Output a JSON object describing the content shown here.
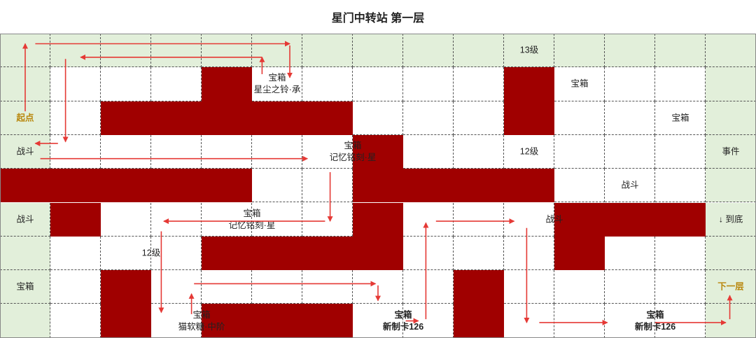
{
  "title": "星门中转站  第一层",
  "grid": {
    "cols": 15,
    "rows": 9,
    "green_cols": [
      0,
      14
    ],
    "green_rows": [
      0
    ],
    "walls": [
      [
        1,
        4
      ],
      [
        1,
        10
      ],
      [
        2,
        2
      ],
      [
        2,
        3
      ],
      [
        2,
        4
      ],
      [
        2,
        5
      ],
      [
        2,
        6
      ],
      [
        2,
        10
      ],
      [
        3,
        7
      ],
      [
        4,
        0
      ],
      [
        4,
        1
      ],
      [
        4,
        2
      ],
      [
        4,
        3
      ],
      [
        4,
        4
      ],
      [
        4,
        7
      ],
      [
        4,
        8
      ],
      [
        4,
        9
      ],
      [
        4,
        10
      ],
      [
        5,
        1
      ],
      [
        5,
        7
      ],
      [
        5,
        11
      ],
      [
        5,
        12
      ],
      [
        5,
        13
      ],
      [
        6,
        4
      ],
      [
        6,
        5
      ],
      [
        6,
        6
      ],
      [
        6,
        7
      ],
      [
        6,
        11
      ],
      [
        7,
        2
      ],
      [
        7,
        9
      ],
      [
        8,
        2
      ],
      [
        8,
        4
      ],
      [
        8,
        5
      ],
      [
        8,
        6
      ],
      [
        8,
        9
      ]
    ],
    "labels": [
      {
        "id": "lvl13",
        "row": 0,
        "col": 10,
        "lines": [
          "13级"
        ],
        "style": "normal"
      },
      {
        "id": "chest-xingchen",
        "row": 1,
        "col": 5,
        "lines": [
          "宝箱",
          "星尘之铃·承"
        ],
        "style": "normal"
      },
      {
        "id": "chest-r1c11",
        "row": 1,
        "col": 11,
        "lines": [
          "宝箱"
        ],
        "style": "normal"
      },
      {
        "id": "start",
        "row": 2,
        "col": 0,
        "lines": [
          "起点"
        ],
        "style": "gold"
      },
      {
        "id": "chest-r2c13",
        "row": 2,
        "col": 13,
        "lines": [
          "宝箱"
        ],
        "style": "normal"
      },
      {
        "id": "battle-r3c0",
        "row": 3,
        "col": 0,
        "lines": [
          "战斗"
        ],
        "style": "normal"
      },
      {
        "id": "chest-jiyi-1",
        "row": 3,
        "col": 6.5,
        "lines": [
          "宝箱",
          "记忆铭刻·星"
        ],
        "style": "normal"
      },
      {
        "id": "lvl12-r3",
        "row": 3,
        "col": 10,
        "lines": [
          "12级"
        ],
        "style": "normal"
      },
      {
        "id": "event",
        "row": 3,
        "col": 14,
        "lines": [
          "事件"
        ],
        "style": "normal"
      },
      {
        "id": "battle-r4c12",
        "row": 4,
        "col": 12,
        "lines": [
          "战斗"
        ],
        "style": "normal"
      },
      {
        "id": "battle-r5c0",
        "row": 5,
        "col": 0,
        "lines": [
          "战斗"
        ],
        "style": "normal"
      },
      {
        "id": "chest-jiyi-2",
        "row": 5,
        "col": 4.5,
        "lines": [
          "宝箱",
          "记忆铭刻·星"
        ],
        "style": "normal"
      },
      {
        "id": "battle-r5c10",
        "row": 5,
        "col": 10.5,
        "lines": [
          "战斗"
        ],
        "style": "normal"
      },
      {
        "id": "bottom",
        "row": 5,
        "col": 14,
        "lines": [
          "↓ 到底"
        ],
        "style": "normal"
      },
      {
        "id": "lvl12-r6",
        "row": 6,
        "col": 2.5,
        "lines": [
          "12级"
        ],
        "style": "normal"
      },
      {
        "id": "chest-r7c0",
        "row": 7,
        "col": 0,
        "lines": [
          "宝箱"
        ],
        "style": "normal"
      },
      {
        "id": "next-floor",
        "row": 7,
        "col": 14,
        "lines": [
          "下一层"
        ],
        "style": "gold"
      },
      {
        "id": "chest-maoruan",
        "row": 8,
        "col": 3.5,
        "lines": [
          "宝箱",
          "猫软糖·中阶"
        ],
        "style": "normal"
      },
      {
        "id": "chest-xinzhi-1",
        "row": 8,
        "col": 7.5,
        "lines": [
          "宝箱",
          "新制卡126"
        ],
        "style": "bold"
      },
      {
        "id": "chest-xinzhi-2",
        "row": 8,
        "col": 12.5,
        "lines": [
          "宝箱",
          "新制卡126"
        ],
        "style": "bold"
      }
    ]
  },
  "arrow_color": "#e53935",
  "route": [
    [
      [
        0.5,
        2.3
      ],
      [
        0.5,
        0.3
      ]
    ],
    [
      [
        0.7,
        0.3
      ],
      [
        5.75,
        0.3
      ]
    ],
    [
      [
        5.75,
        0.35
      ],
      [
        5.75,
        1.3
      ]
    ],
    [
      [
        5.2,
        1.2
      ],
      [
        5.2,
        0.7
      ]
    ],
    [
      [
        5.2,
        0.7
      ],
      [
        1.6,
        0.7
      ]
    ],
    [
      [
        1.3,
        0.75
      ],
      [
        1.3,
        3.2
      ]
    ],
    [
      [
        1.15,
        3.25
      ],
      [
        0.7,
        3.25
      ]
    ],
    [
      [
        0.8,
        3.7
      ],
      [
        6.1,
        3.7
      ]
    ],
    [
      [
        6.55,
        4.1
      ],
      [
        6.55,
        5.55
      ]
    ],
    [
      [
        6.45,
        5.55
      ],
      [
        3.25,
        5.55
      ]
    ],
    [
      [
        3.2,
        5.85
      ],
      [
        3.2,
        8.25
      ]
    ],
    [
      [
        3.8,
        8.3
      ],
      [
        3.8,
        7.7
      ]
    ],
    [
      [
        3.85,
        7.4
      ],
      [
        7.45,
        7.4
      ]
    ],
    [
      [
        7.5,
        7.45
      ],
      [
        7.5,
        7.9
      ]
    ],
    [
      [
        8.05,
        8.5
      ],
      [
        8.3,
        8.5
      ]
    ],
    [
      [
        8.45,
        8.45
      ],
      [
        8.45,
        5.6
      ]
    ],
    [
      [
        8.65,
        5.55
      ],
      [
        10.2,
        5.55
      ]
    ],
    [
      [
        10.45,
        5.75
      ],
      [
        10.45,
        8.55
      ]
    ],
    [
      [
        10.7,
        8.55
      ],
      [
        12.05,
        8.55
      ]
    ],
    [
      [
        13.0,
        8.55
      ],
      [
        14.4,
        8.55
      ]
    ],
    [
      [
        14.48,
        8.45
      ],
      [
        14.48,
        7.75
      ]
    ]
  ]
}
